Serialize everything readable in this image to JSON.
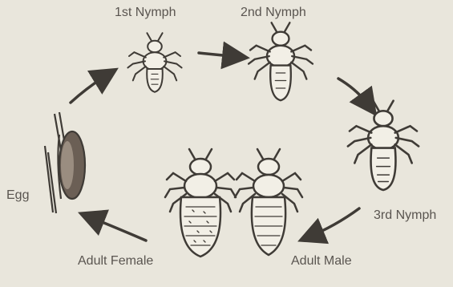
{
  "diagram": {
    "stages": {
      "nymph1": "1st Nymph",
      "nymph2": "2nd Nymph",
      "nymph3": "3rd Nymph",
      "adult_male": "Adult Male",
      "adult_female": "Adult Female",
      "egg": "Egg"
    }
  },
  "colors": {
    "background": "#e9e6dc",
    "ink": "#3f3b36",
    "body_fill": "#f2efe6",
    "text": "#5a5550"
  }
}
